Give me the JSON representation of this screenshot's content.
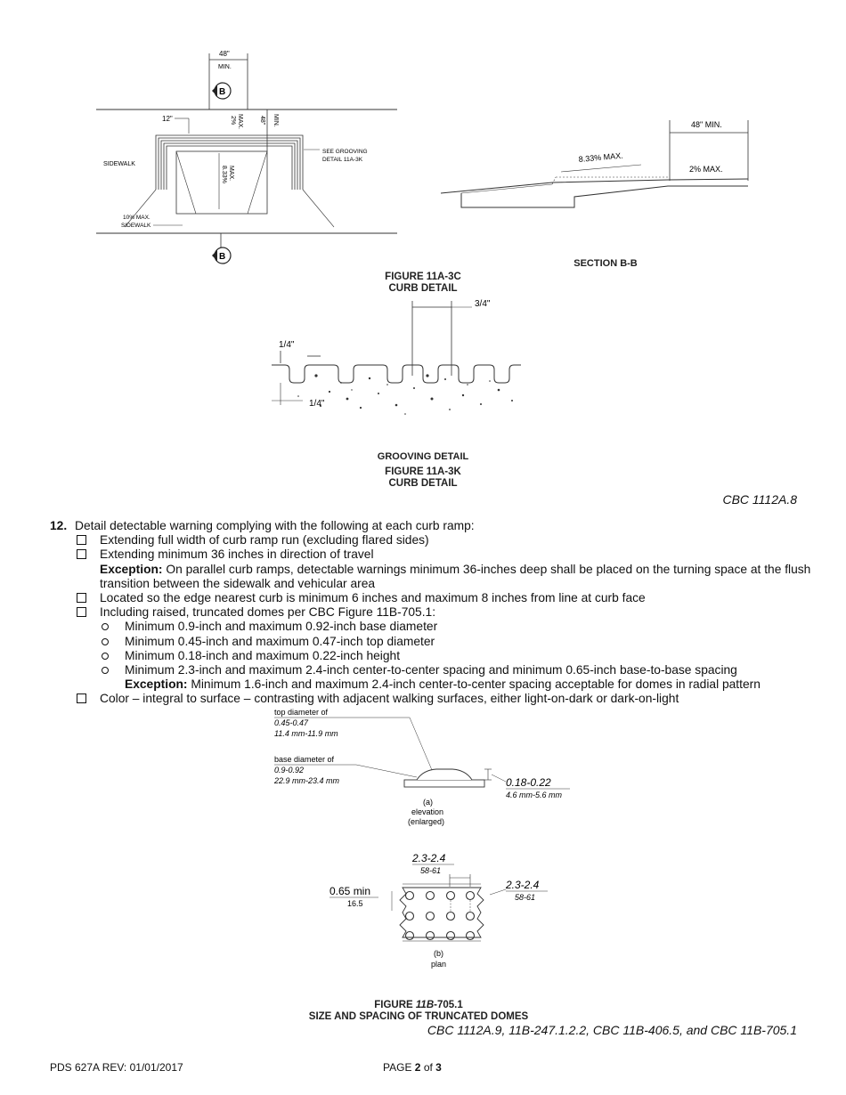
{
  "figure_top": {
    "dim_48_min_top": "48\"",
    "dim_min": "MIN.",
    "section_marker": "B",
    "dim_12": "12\"",
    "dim_2pct_max": "2%",
    "dim_max": "MAX.",
    "dim_48_min_side": "48\"",
    "dim_min_side": "MIN.",
    "see_grooving_1": "SEE GROOVING",
    "see_grooving_2": "DETAIL 11A-3K",
    "sidewalk": "SIDEWALK",
    "slope_833_1": "8.33%",
    "slope_833_2": "MAX.",
    "sidewalk_10_1": "10% MAX.",
    "sidewalk_10_2": "SIDEWALK"
  },
  "section_bb": {
    "dim_48_min": "48\" MIN.",
    "slope_833": "8.33% MAX.",
    "slope_2": "2% MAX.",
    "title": "SECTION B-B"
  },
  "figure_3c": {
    "line1": "FIGURE 11A-3C",
    "line2": "CURB DETAIL"
  },
  "grooving": {
    "dim_34": "3/4\"",
    "dim_14_top": "1/4\"",
    "dim_14_bottom": "1/4\"",
    "title": "GROOVING DETAIL",
    "fig_line1": "FIGURE 11A-3K",
    "fig_line2": "CURB DETAIL"
  },
  "cbc_ref_1": "CBC 1112A.8",
  "section12": {
    "number": "12.",
    "intro": "Detail detectable warning complying with the following at each curb ramp:",
    "item1": "Extending full width of curb ramp run (excluding flared sides)",
    "item2": "Extending minimum 36 inches in direction of travel",
    "exception1_label": "Exception:",
    "exception1_text": " On parallel curb ramps, detectable warnings minimum 36-inches deep shall be placed on the turning space at the flush transition between the sidewalk and vehicular area",
    "item3": "Located so the edge nearest curb is minimum 6 inches and maximum 8 inches from line at curb face",
    "item4": "Including raised, truncated domes per CBC Figure 11B-705.1:",
    "sub1": "Minimum 0.9-inch and maximum 0.92-inch base diameter",
    "sub2": "Minimum  0.45-inch and maximum 0.47-inch top diameter",
    "sub3": "Minimum 0.18-inch and maximum 0.22-inch height",
    "sub4": "Minimum 2.3-inch and maximum 2.4-inch center-to-center spacing and minimum 0.65-inch base-to-base spacing",
    "exception2_label": "Exception:",
    "exception2_text": " Minimum 1.6-inch and maximum 2.4-inch center-to-center spacing acceptable for domes in radial pattern",
    "item5": "Color – integral to surface – contrasting with adjacent walking surfaces, either light-on-dark or dark-on-light"
  },
  "dome_figure": {
    "top_diam_1": "top diameter of",
    "top_diam_2": "0.45-0.47",
    "top_diam_3": "11.4 mm-11.9 mm",
    "base_diam_1": "base diameter of",
    "base_diam_2": "0.9-0.92",
    "base_diam_3": "22.9 mm-23.4 mm",
    "height_1": "0.18-0.22",
    "height_2": "4.6 mm-5.6 mm",
    "elev_1": "(a)",
    "elev_2": "elevation",
    "elev_3": "(enlarged)",
    "spacing_top_1": "2.3-2.4",
    "spacing_top_2": "58-61",
    "base_min_1": "0.65 min",
    "base_min_2": "16.5",
    "spacing_side_1": "2.3-2.4",
    "spacing_side_2": "58-61",
    "plan_1": "(b)",
    "plan_2": "plan",
    "fig_title_prefix": "FIGURE ",
    "fig_title_italic": "11B",
    "fig_title_suffix": "-705.1",
    "fig_subtitle": "SIZE AND SPACING OF TRUNCATED DOMES"
  },
  "cbc_ref_2": "CBC 1112A.9, 11B-247.1.2.2, CBC 11B-406.5, and CBC 11B-705.1",
  "footer": {
    "left": "PDS 627A REV: 01/01/2017",
    "page_prefix": "PAGE ",
    "page_num": "2",
    "page_of": " of ",
    "page_total": "3"
  }
}
